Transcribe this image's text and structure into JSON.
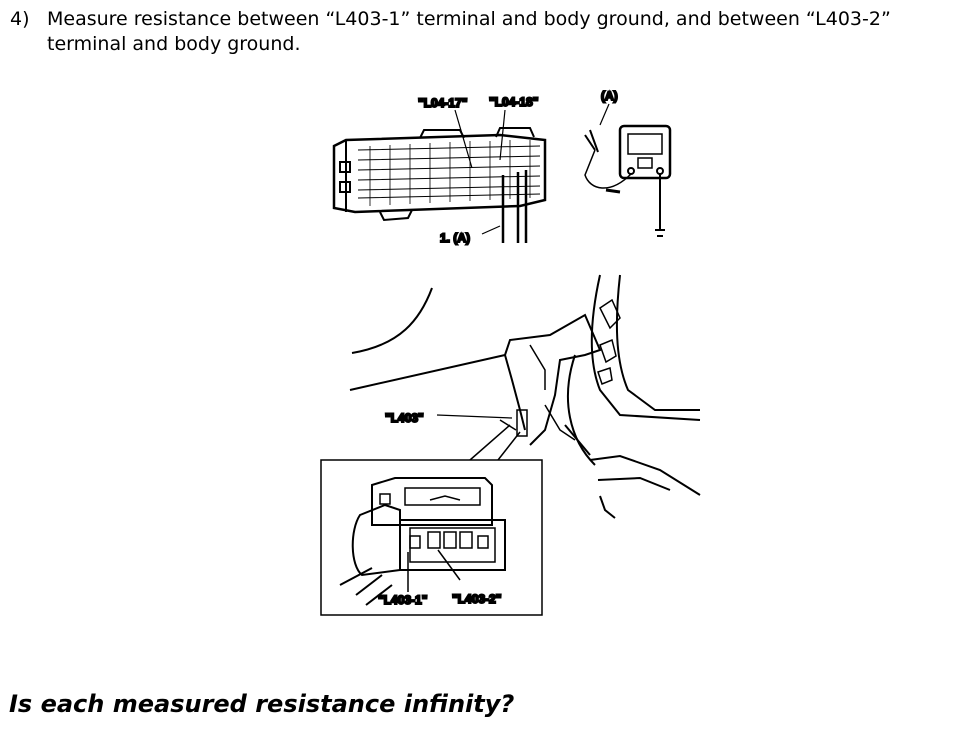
{
  "step": {
    "number": "4)",
    "text": "Measure resistance between “L403-1” terminal and body ground, and between “L403-2” terminal and body ground."
  },
  "figure": {
    "labels": {
      "l04_17": "\"L04-17\"",
      "l04_18": "\"L04-18\"",
      "meter": "(A)",
      "probe": "1. (A)",
      "l403": "\"L403\"",
      "l403_1": "\"L403-1\"",
      "l403_2": "\"L403-2\""
    }
  },
  "question": "Is each measured resistance infinity?"
}
